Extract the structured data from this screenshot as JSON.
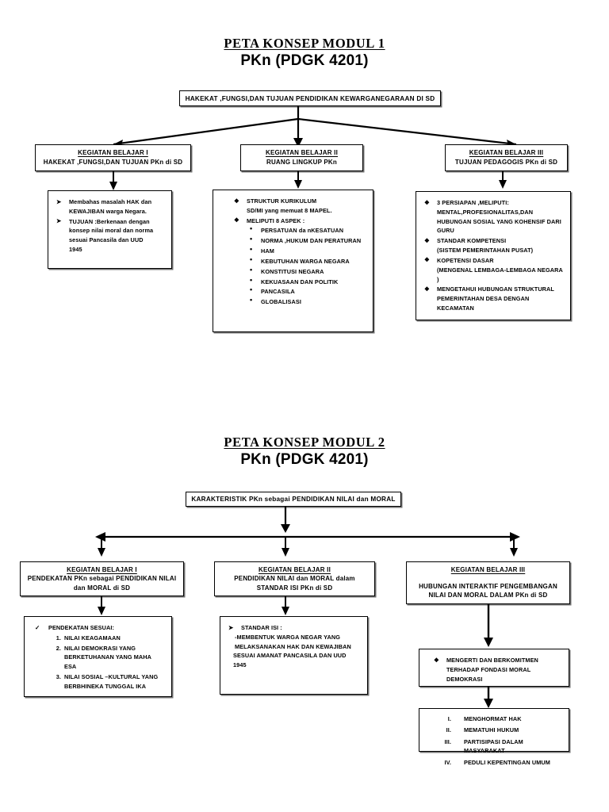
{
  "document": {
    "modules": [
      {
        "id": "modul-1",
        "title": "PETA KONSEP MODUL 1",
        "subtitle": "PKn (PDGK 4201)",
        "root": "HAKEKAT ,FUNGSI,DAN TUJUAN PENDIDIKAN  KEWARGANEGARAAN DI SD",
        "branches": [
          {
            "header_title": "KEGIATAN BELAJAR I",
            "header_body": "HAKEKAT ,FUNGSI,DAN TUJUAN PKn di SD",
            "items": [
              {
                "marker": "➤",
                "lines": [
                  "Membahas masalah HAK dan",
                  "KEWAJIBAN warga Negara."
                ]
              },
              {
                "marker": "➤",
                "lines": [
                  "TUJUAN :Berkenaan dengan",
                  "konsep nilai moral dan norma",
                  "sesuai Pancasila dan UUD",
                  "1945"
                ]
              }
            ]
          },
          {
            "header_title": "KEGIATAN BELAJAR II",
            "header_body": "RUANG LINGKUP  PKn",
            "items": [
              {
                "marker": "❖",
                "lines": [
                  "STRUKTUR KURIKULUM",
                  "SD/MI yang memuat 8 MAPEL."
                ]
              },
              {
                "marker": "❖",
                "lines": [
                  "MELIPUTI 8 ASPEK :"
                ]
              }
            ],
            "sub_items": [
              "PERSATUAN da nKESATUAN",
              "NORMA ,HUKUM DAN PERATURAN",
              "HAM",
              "KEBUTUHAN WARGA NEGARA",
              "KONSTITUSI  NEGARA",
              "KEKUASAAN DAN POLITIK",
              "PANCASILA",
              "GLOBALISASI"
            ]
          },
          {
            "header_title": "KEGIATAN BELAJAR III",
            "header_body": "TUJUAN PEDAGOGIS PKn di SD",
            "items": [
              {
                "marker": "❖",
                "lines": [
                  "3 PERSIAPAN ,MELIPUTI:",
                  "MENTAL,PROFESIONALITAS,DAN",
                  "HUBUNGAN SOSIAL  YANG KOHENSIF DARI",
                  "GURU"
                ]
              },
              {
                "marker": "❖",
                "lines": [
                  "STANDAR KOMPETENSI",
                  "(SISTEM PEMERINTAHAN PUSAT)"
                ]
              },
              {
                "marker": "❖",
                "lines": [
                  "KOPETENSI DASAR",
                  "(MENGENAL LEMBAGA-LEMBAGA NEGARA",
                  ")"
                ]
              },
              {
                "marker": "❖",
                "lines": [
                  "MENGETAHUI HUBUNGAN STRUKTURAL",
                  "PEMERINTAHAN DESA DENGAN",
                  "KECAMATAN"
                ]
              }
            ]
          }
        ]
      },
      {
        "id": "modul-2",
        "title": "PETA KONSEP MODUL 2",
        "subtitle": "PKn (PDGK 4201)",
        "root": "KARAKTERISTIK PKn sebagai PENDIDIKAN NILAI dan MORAL",
        "branches": [
          {
            "header_title": "KEGIATAN BELAJAR I",
            "header_body": "PENDEKATAN  PKn sebagai PENDIDIKAN NILAI dan MORAL di SD",
            "check_label": "PENDEKATAN SESUAI:",
            "check_marker": "✓",
            "numbered": [
              {
                "mk": "1.",
                "lines": [
                  "NILAI KEAGAMAAN"
                ]
              },
              {
                "mk": "2.",
                "lines": [
                  "NILAI DEMOKRASI YANG",
                  "BERKETUHANAN YANG MAHA",
                  "ESA"
                ]
              },
              {
                "mk": "3.",
                "lines": [
                  "NILAI SOSIAL –KULTURAL YANG",
                  "BERBHINEKA TUNGGAL IKA"
                ]
              }
            ]
          },
          {
            "header_title": "KEGIATAN BELAJAR II",
            "header_body": "PENDIDIKAN NILAI dan MORAL dalam STANDAR ISI PKn  di SD",
            "items": [
              {
                "marker": "➤",
                "lines": [
                  "STANDAR  ISI :",
                  "-MEMBENTUK WARGA NEGAR YANG",
                  "MELAKSANAKAN HAK DAN KEWAJIBAN",
                  "SESUAI AMANAT PANCASILA DAN UUD",
                  "1945"
                ]
              }
            ]
          },
          {
            "header_title": "KEGIATAN BELAJAR III",
            "header_body": "HUBUNGAN INTERAKTIF  PENGEMBANGAN NILAI DAN MORAL DALAM PKn di SD",
            "items": [
              {
                "marker": "❖",
                "lines": [
                  "MENGERTI DAN BERKOMITMEN",
                  "TERHADAP FONDASI MORAL",
                  "DEMOKRASI"
                ]
              }
            ],
            "roman": [
              {
                "mk": "I.",
                "text": "MENGHORMAT HAK"
              },
              {
                "mk": "II.",
                "text": "MEMATUHI HUKUM"
              },
              {
                "mk": "III.",
                "text": "PARTISIPASI DALAM MASYARAKAT"
              },
              {
                "mk": "IV.",
                "text": "PEDULI KEPENTINGAN UMUM"
              }
            ]
          }
        ]
      }
    ]
  },
  "colors": {
    "ink": "#000000",
    "paper": "#ffffff"
  }
}
